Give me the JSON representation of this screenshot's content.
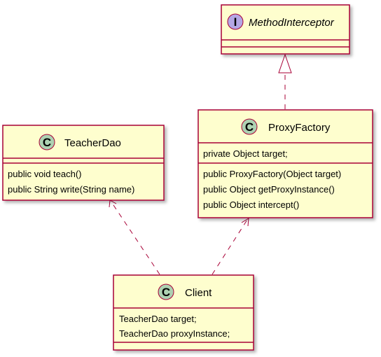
{
  "colors": {
    "class_fill": "#FEFECE",
    "border": "#A80036",
    "class_badge": "#ADD1B2",
    "interface_badge": "#B4A7E5"
  },
  "classes": {
    "method_interceptor": {
      "stereotype": "I",
      "name": "MethodInterceptor",
      "fields": [],
      "methods": []
    },
    "teacher_dao": {
      "stereotype": "C",
      "name": "TeacherDao",
      "fields": [],
      "methods": [
        "public void teach()",
        "public String write(String name)"
      ]
    },
    "proxy_factory": {
      "stereotype": "C",
      "name": "ProxyFactory",
      "fields": [
        "private Object target;"
      ],
      "methods": [
        "public ProxyFactory(Object target)",
        "public Object getProxyInstance()",
        "public Object intercept()"
      ]
    },
    "client": {
      "stereotype": "C",
      "name": "Client",
      "fields": [
        "TeacherDao target;",
        "TeacherDao proxyInstance;"
      ],
      "methods": []
    }
  },
  "relations": [
    {
      "type": "realization",
      "from": "ProxyFactory",
      "to": "MethodInterceptor"
    },
    {
      "type": "dependency",
      "from": "Client",
      "to": "TeacherDao"
    },
    {
      "type": "dependency",
      "from": "Client",
      "to": "ProxyFactory"
    }
  ]
}
